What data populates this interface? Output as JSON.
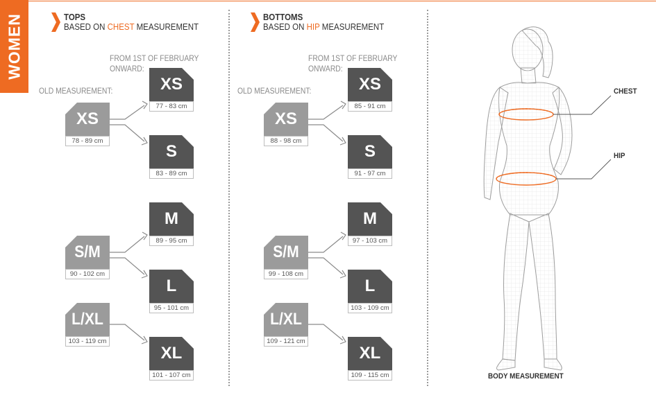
{
  "side_tab": {
    "label": "WOMEN"
  },
  "colors": {
    "accent": "#ee6b22",
    "old_box": "#9b9b9b",
    "new_box": "#545454"
  },
  "tops": {
    "title": "TOPS",
    "based_on_prefix": "BASED ON ",
    "measure": "CHEST",
    "based_on_suffix": " MEASUREMENT",
    "new_label_line1": "FROM 1ST OF FEBRUARY",
    "new_label_line2": "ONWARD:",
    "old_label": "OLD MEASUREMENT:",
    "old_sizes": [
      {
        "code": "XS",
        "range": "78 - 89 cm"
      },
      {
        "code": "S/M",
        "range": "90 - 102 cm"
      },
      {
        "code": "L/XL",
        "range": "103 - 119 cm"
      }
    ],
    "new_sizes": [
      {
        "code": "XS",
        "range": "77 - 83 cm"
      },
      {
        "code": "S",
        "range": "83 - 89 cm"
      },
      {
        "code": "M",
        "range": "89 - 95 cm"
      },
      {
        "code": "L",
        "range": "95 - 101 cm"
      },
      {
        "code": "XL",
        "range": "101 - 107 cm"
      }
    ]
  },
  "bottoms": {
    "title": "BOTTOMS",
    "based_on_prefix": "BASED ON ",
    "measure": "HIP",
    "based_on_suffix": " MEASUREMENT",
    "new_label_line1": "FROM 1ST OF FEBRUARY",
    "new_label_line2": "ONWARD:",
    "old_label": "OLD MEASUREMENT:",
    "old_sizes": [
      {
        "code": "XS",
        "range": "88 - 98 cm"
      },
      {
        "code": "S/M",
        "range": "99 - 108 cm"
      },
      {
        "code": "L/XL",
        "range": "109 - 121 cm"
      }
    ],
    "new_sizes": [
      {
        "code": "XS",
        "range": "85 - 91 cm"
      },
      {
        "code": "S",
        "range": "91 - 97 cm"
      },
      {
        "code": "M",
        "range": "97 - 103 cm"
      },
      {
        "code": "L",
        "range": "103 - 109 cm"
      },
      {
        "code": "XL",
        "range": "109 - 115 cm"
      }
    ]
  },
  "figure": {
    "chest_label": "CHEST",
    "hip_label": "HIP",
    "caption": "BODY MEASUREMENT"
  }
}
